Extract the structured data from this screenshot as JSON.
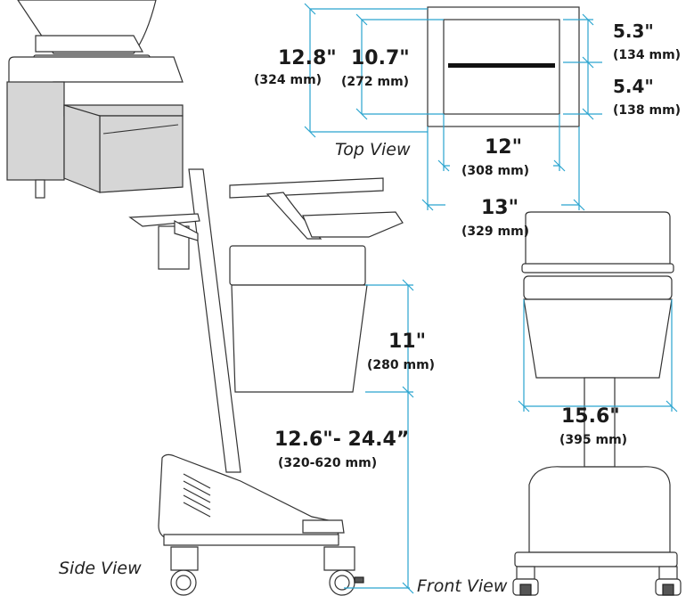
{
  "colors": {
    "dimension_line": "#2aa4cf",
    "outline": "#333333",
    "bin_fill": "#d6d6d6",
    "text": "#1a1a1a"
  },
  "views": {
    "top": "Top View",
    "side": "Side View",
    "front": "Front View"
  },
  "top_view": {
    "outer_height": {
      "inches": "12.8\"",
      "mm": "(324 mm)"
    },
    "inner_height": {
      "inches": "10.7\"",
      "mm": "(272 mm)"
    },
    "upper_compartment": {
      "inches": "5.3\"",
      "mm": "(134 mm)"
    },
    "lower_compartment": {
      "inches": "5.4\"",
      "mm": "(138 mm)"
    },
    "inner_width": {
      "inches": "12\"",
      "mm": "(308 mm)"
    },
    "outer_width": {
      "inches": "13\"",
      "mm": "(329 mm)"
    }
  },
  "side_view": {
    "bin_height": {
      "inches": "11\"",
      "mm": "(280 mm)"
    },
    "bin_clearance": {
      "inches": "12.6\"- 24.4”",
      "mm": "(320-620 mm)"
    }
  },
  "front_view": {
    "bin_width": {
      "inches": "15.6\"",
      "mm": "(395 mm)"
    }
  }
}
